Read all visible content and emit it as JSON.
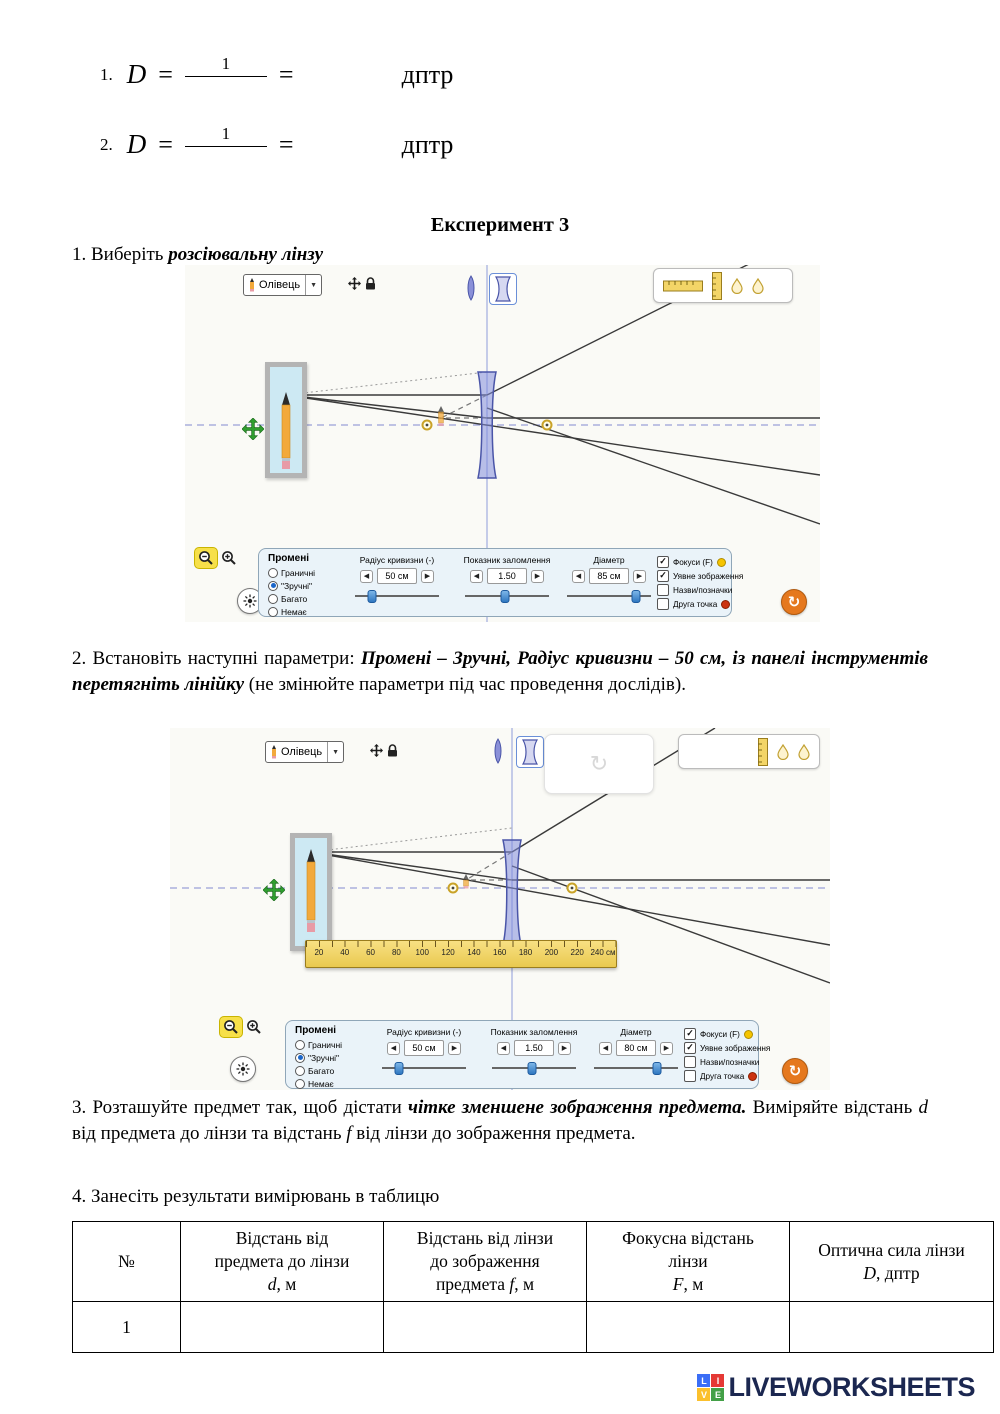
{
  "formulas": {
    "eq": "=",
    "items": [
      {
        "index": "1.",
        "sym": "D",
        "num": "1",
        "unit": "дптр"
      },
      {
        "index": "2.",
        "sym": "D",
        "num": "1",
        "unit": "дптр"
      }
    ]
  },
  "heading": "Експеримент 3",
  "steps": {
    "s1_prefix": "1. Виберіть ",
    "s1_bold": "розсіювальну лінзу",
    "s2_prefix": "2. Встановіть наступні параметри: ",
    "s2_bold": "Промені – Зручні, Радіус кривизни – 50 см, із панелі інструментів перетягніть лінійку",
    "s2_suffix": " (не змінюйте параметри під час проведення дослідів).",
    "s3_prefix": "3. Розташуйте предмет так, щоб дістати ",
    "s3_bold": "чітке зменшене зображення предмета.",
    "s3_mid1": " Виміряйте відстань ",
    "s3_var1": "d",
    "s3_mid2": " від предмета до лінзи та відстань ",
    "s3_var2": "f",
    "s3_suffix": " від лінзи до зображення предмета.",
    "s4": "4. Занесіть результати вимірювань в таблицю"
  },
  "icons": {
    "dropdown": "▼",
    "step_left": "◀",
    "step_right": "▶",
    "reset": "↻",
    "check": "✓"
  },
  "colors": {
    "lens_blue": "#4a55a8",
    "focal_marker": "#f5c400",
    "second_point_marker": "#cc3311",
    "reset_orange": "#e5781e",
    "zoom_highlight": "#f7e049",
    "brand_navy": "#1b2750"
  },
  "sim1": {
    "object_selector": "Олівець",
    "rays": {
      "title": "Промені",
      "options": [
        {
          "label": "Граничні",
          "selected": false
        },
        {
          "label": "\"Зручні\"",
          "selected": true
        },
        {
          "label": "Багато",
          "selected": false
        },
        {
          "label": "Немає",
          "selected": false
        }
      ]
    },
    "radius": {
      "label": "Радіус кривизни (-)",
      "value": "50 см"
    },
    "refraction": {
      "label": "Показник заломлення",
      "value": "1.50"
    },
    "diameter": {
      "label": "Діаметр",
      "value": "85 см"
    },
    "checkboxes": [
      {
        "label": "Фокуси (F)",
        "checked": true
      },
      {
        "label": "Уявне зображення",
        "checked": true
      },
      {
        "label": "Назви/позначки",
        "checked": false
      },
      {
        "label": "Друга точка",
        "checked": false
      }
    ]
  },
  "sim2": {
    "object_selector": "Олівець",
    "rays": {
      "title": "Промені",
      "options": [
        {
          "label": "Граничні",
          "selected": false
        },
        {
          "label": "\"Зручні\"",
          "selected": true
        },
        {
          "label": "Багато",
          "selected": false
        },
        {
          "label": "Немає",
          "selected": false
        }
      ]
    },
    "radius": {
      "label": "Радіус кривизни (-)",
      "value": "50 см"
    },
    "refraction": {
      "label": "Показник заломлення",
      "value": "1.50"
    },
    "diameter": {
      "label": "Діаметр",
      "value": "80 см"
    },
    "checkboxes": [
      {
        "label": "Фокуси (F)",
        "checked": true
      },
      {
        "label": "Уявне зображення",
        "checked": true
      },
      {
        "label": "Назви/позначки",
        "checked": false
      },
      {
        "label": "Друга точка",
        "checked": false
      }
    ],
    "ruler": {
      "ticks": [
        "20",
        "40",
        "60",
        "80",
        "100",
        "120",
        "140",
        "160",
        "180",
        "200",
        "220",
        "240 см"
      ]
    }
  },
  "table": {
    "h0": "№",
    "h1": {
      "l1": "Відстань від",
      "l2": "предмета до лінзи",
      "var": "d",
      "rest": ", м"
    },
    "h2": {
      "l1": "Відстань від лінзи",
      "l2": "до зображення",
      "l3pre": "предмета ",
      "var": "f",
      "rest": ", м"
    },
    "h3": {
      "l1": "Фокусна відстань",
      "l2": "лінзи",
      "var": "F",
      "rest": ", м"
    },
    "h4": {
      "l1": "Оптична сила лінзи",
      "var": "D",
      "rest": ", дптр"
    },
    "row1": "1"
  },
  "footer": {
    "letters": [
      "L",
      "I",
      "V",
      "E"
    ],
    "name": "LIVEWORKSHEETS"
  }
}
